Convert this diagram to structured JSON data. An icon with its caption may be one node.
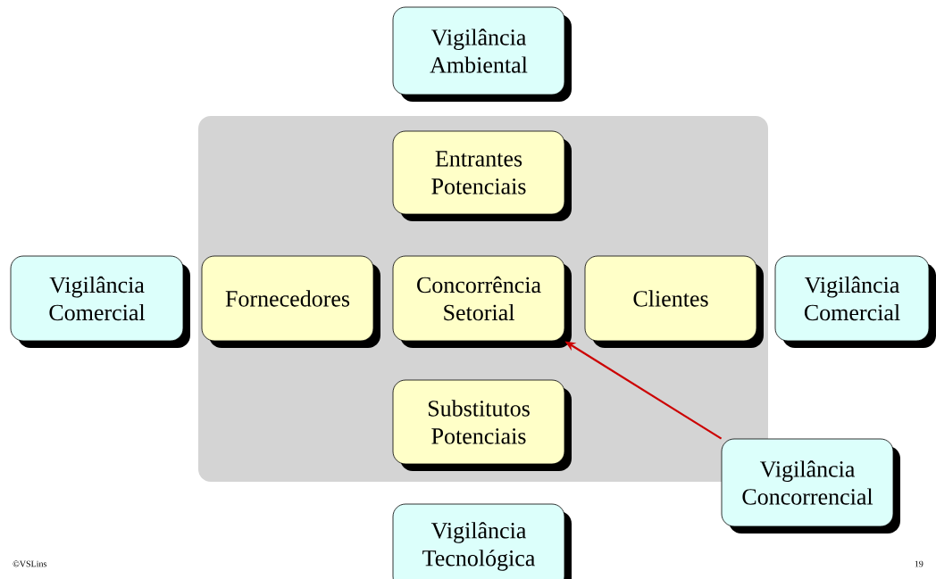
{
  "diagram": {
    "nodes": [
      {
        "text": [
          "Vigilância Ambiental"
        ]
      },
      {
        "text": [],
        "shape": "box"
      },
      {
        "text": [
          "Entrantes Potenciais"
        ],
        "in": 1
      },
      {
        "text": [
          "Vigilância Comercial"
        ]
      },
      {
        "text": [
          "Fornecedores"
        ],
        "in": 1
      },
      {
        "text": [
          "Concorrência Setorial"
        ],
        "in": 1
      },
      {
        "text": [
          "Clientes"
        ],
        "in": 1
      },
      {
        "text": [
          "Vigilância Comercial"
        ]
      },
      {
        "text": [
          "Substitutos Potenciais"
        ],
        "in": 1
      },
      {
        "text": [
          "Vigilância Concorrencial"
        ]
      },
      {
        "text": [
          "Vigilância Tecnológica"
        ]
      }
    ],
    "edges": [
      {
        "from": 9,
        "to": 5,
        "arrow": "to",
        "color": "#cc0000"
      }
    ],
    "labels": [
      "©VSLins",
      "19"
    ]
  }
}
